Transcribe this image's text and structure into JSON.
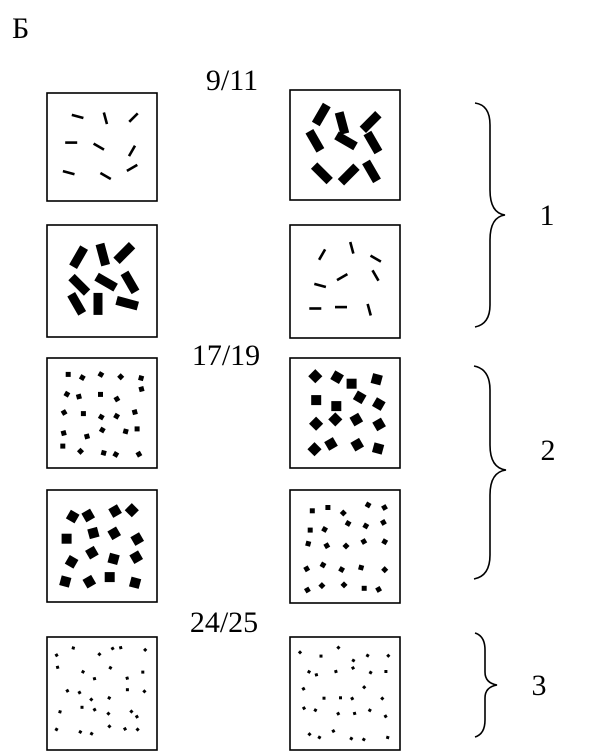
{
  "figure": {
    "panel_letter": "Б",
    "pair_labels": [
      "9/11",
      "17/19",
      "24/25"
    ],
    "group_labels": [
      "1",
      "2",
      "3"
    ],
    "colors": {
      "ink": "#000000",
      "background": "#ffffff"
    },
    "panels": [
      {
        "id": "p1-left",
        "group": "1",
        "texture": "short-thin-dashes"
      },
      {
        "id": "p1-right",
        "group": "1",
        "texture": "thick-bars"
      },
      {
        "id": "p2-left",
        "group": "1",
        "texture": "thick-bars"
      },
      {
        "id": "p2-right",
        "group": "1",
        "texture": "short-thin-dashes"
      },
      {
        "id": "p3-left",
        "group": "2",
        "texture": "small-squares"
      },
      {
        "id": "p3-right",
        "group": "2",
        "texture": "large-squares"
      },
      {
        "id": "p4-left",
        "group": "2",
        "texture": "large-squares"
      },
      {
        "id": "p4-right",
        "group": "2",
        "texture": "small-squares"
      },
      {
        "id": "p5-left",
        "group": "3",
        "texture": "tiny-dots"
      },
      {
        "id": "p5-right",
        "group": "3",
        "texture": "tiny-dots"
      }
    ]
  }
}
